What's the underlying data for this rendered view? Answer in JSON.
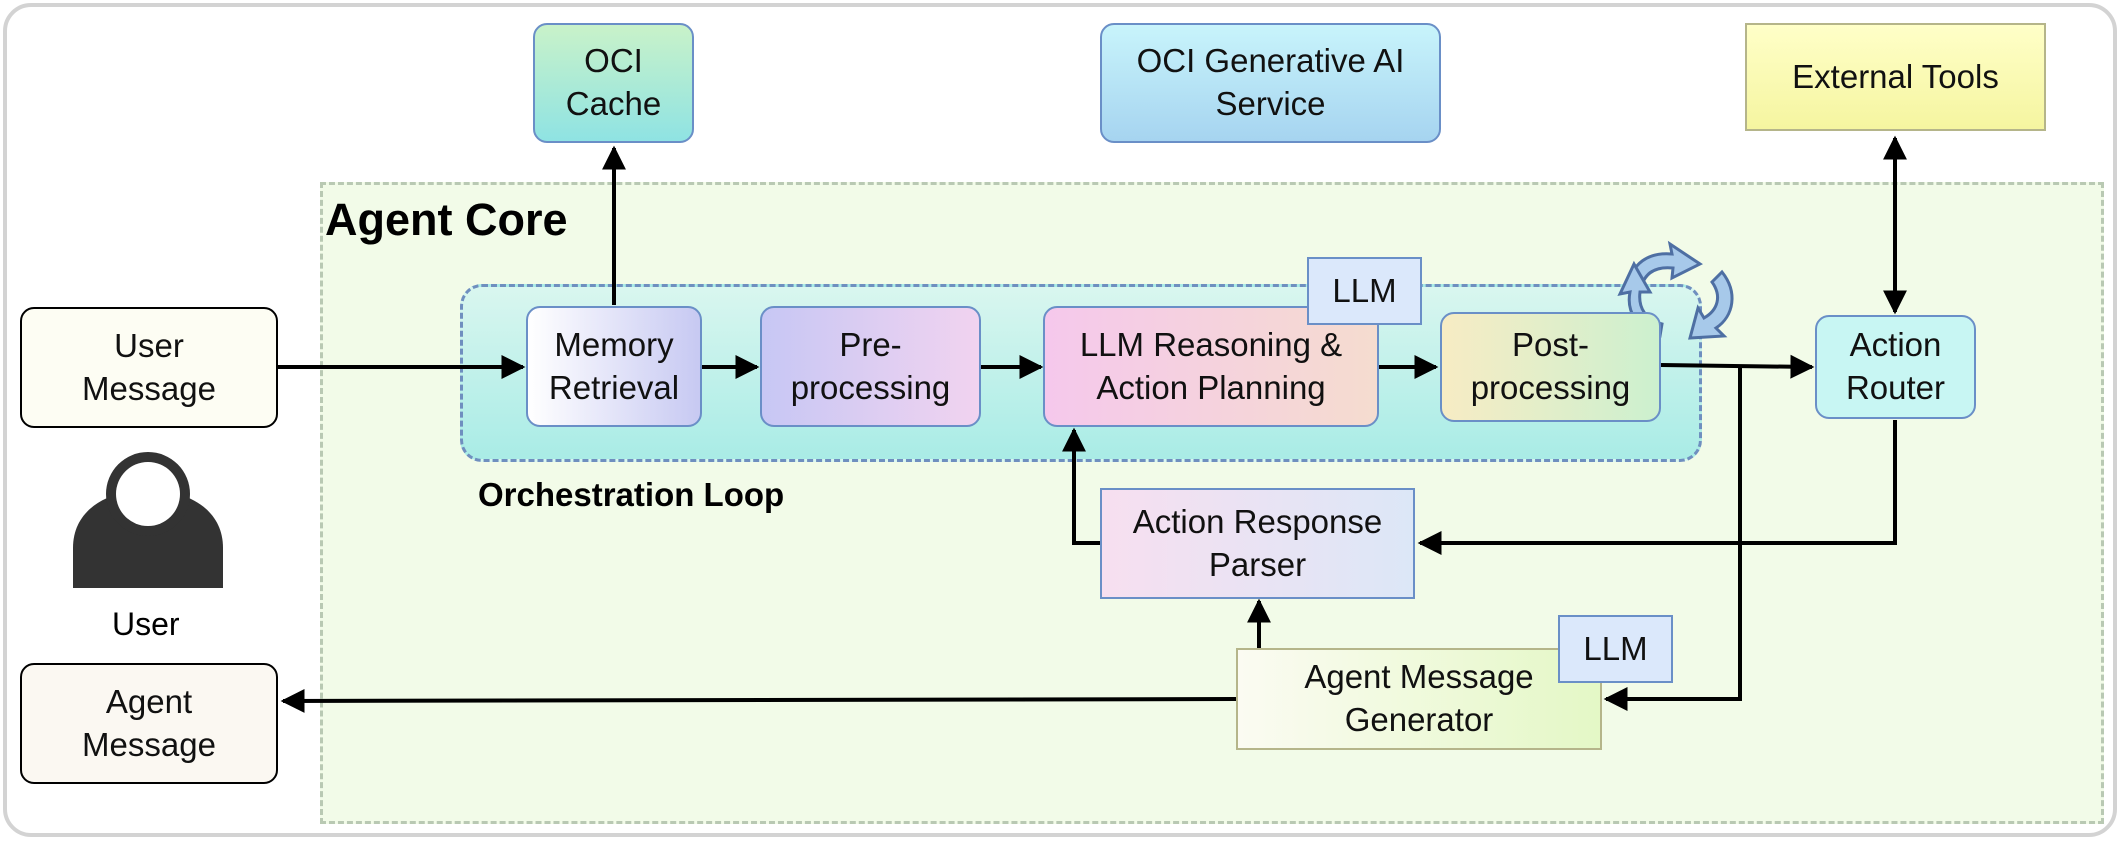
{
  "diagram": {
    "agent_core_title": "Agent Core",
    "orchestration_loop_title": "Orchestration Loop",
    "nodes": {
      "oci_cache": "OCI\nCache",
      "oci_gen_ai": "OCI Generative AI\nService",
      "external_tools": "External Tools",
      "user_message": "User\nMessage",
      "agent_message": "Agent\nMessage",
      "user_label": "User",
      "memory_retrieval": "Memory\nRetrieval",
      "pre_processing": "Pre-\nprocessing",
      "llm_reasoning": "LLM Reasoning &\nAction Planning",
      "post_processing": "Post-\nprocessing",
      "action_router": "Action\nRouter",
      "action_response_parser": "Action Response\nParser",
      "agent_message_generator": "Agent Message\nGenerator",
      "llm_badge_top": "LLM",
      "llm_badge_bottom": "LLM"
    }
  }
}
